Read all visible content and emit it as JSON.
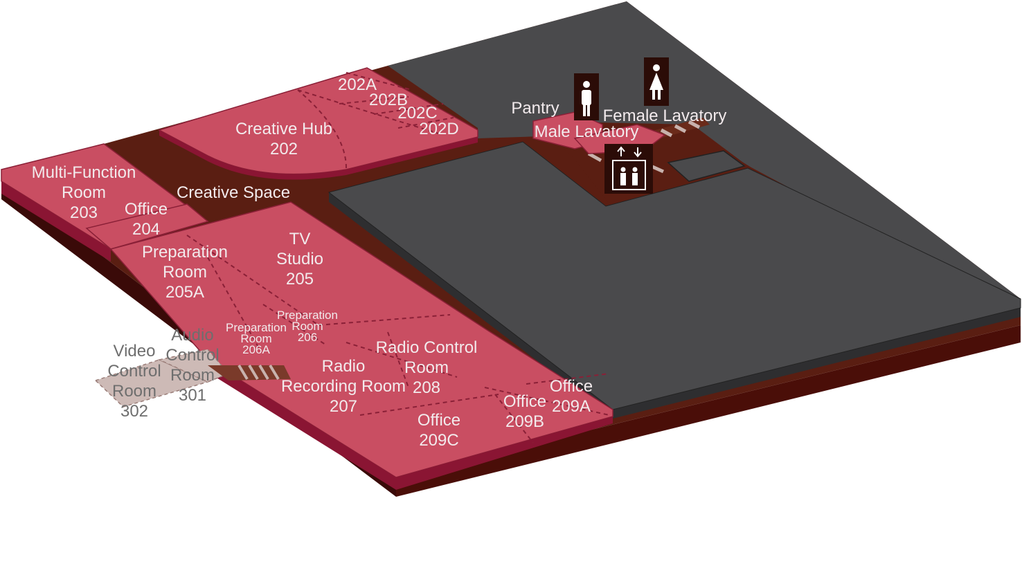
{
  "rooms": [
    {
      "key": "r202a",
      "lines": [
        "202A"
      ],
      "size": "l"
    },
    {
      "key": "r202b",
      "lines": [
        "202B"
      ],
      "size": "l"
    },
    {
      "key": "r202c",
      "lines": [
        "202C"
      ],
      "size": "l"
    },
    {
      "key": "r202d",
      "lines": [
        "202D"
      ],
      "size": "l"
    },
    {
      "key": "r202",
      "lines": [
        "Creative Hub",
        "202"
      ],
      "size": "l"
    },
    {
      "key": "pantry",
      "lines": [
        "Pantry"
      ],
      "size": "l"
    },
    {
      "key": "female_lav",
      "lines": [
        "Female Lavatory"
      ],
      "size": "l"
    },
    {
      "key": "male_lav",
      "lines": [
        "Male Lavatory"
      ],
      "size": "l"
    },
    {
      "key": "r203",
      "lines": [
        "Multi-Function",
        "Room",
        "203"
      ],
      "size": "l"
    },
    {
      "key": "r204",
      "lines": [
        "Office",
        "204"
      ],
      "size": "l"
    },
    {
      "key": "creative_space",
      "lines": [
        "Creative Space"
      ],
      "size": "l"
    },
    {
      "key": "r205a",
      "lines": [
        "Preparation",
        "Room",
        "205A"
      ],
      "size": "l"
    },
    {
      "key": "r205",
      "lines": [
        "TV",
        "Studio",
        "205"
      ],
      "size": "l"
    },
    {
      "key": "r206",
      "lines": [
        "Preparation",
        "Room",
        "206"
      ],
      "size": "s"
    },
    {
      "key": "r206a",
      "lines": [
        "Preparation",
        "Room",
        "206A"
      ],
      "size": "s"
    },
    {
      "key": "r301",
      "lines": [
        "Audio",
        "Control",
        "Room",
        "301"
      ],
      "size": "l",
      "grey": true
    },
    {
      "key": "r302",
      "lines": [
        "Video",
        "Control",
        "Room",
        "302"
      ],
      "size": "l",
      "grey": true
    },
    {
      "key": "r208",
      "lines": [
        "Radio Control",
        "Room",
        "208"
      ],
      "size": "l"
    },
    {
      "key": "r207",
      "lines": [
        "Radio",
        "Recording Room",
        "207"
      ],
      "size": "l"
    },
    {
      "key": "r209a",
      "lines": [
        "Office",
        "209A"
      ],
      "size": "l"
    },
    {
      "key": "r209b",
      "lines": [
        "Office",
        "209B"
      ],
      "size": "l"
    },
    {
      "key": "r209c",
      "lines": [
        "Office",
        "209C"
      ],
      "size": "l"
    }
  ],
  "icons": [
    "male-person-icon",
    "female-person-icon",
    "elevator-icon"
  ],
  "colors": {
    "room_fill": "#c94e62",
    "room_edge": "#8a1533",
    "floor": "#5a1e12",
    "slab_side": "#3a0a08",
    "block_grey": "#4a4a4c",
    "label": "#f2eaec",
    "ghost": "#cdbab6"
  }
}
